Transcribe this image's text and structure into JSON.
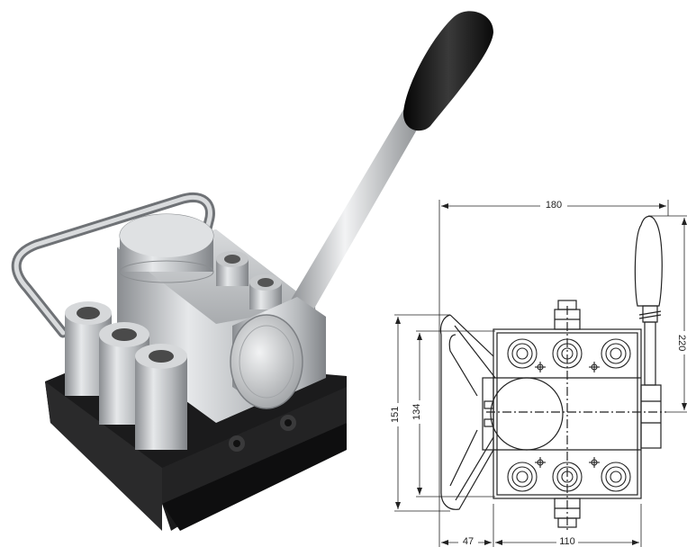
{
  "figure": {
    "photo": {
      "subject": "manual-hydraulic-valve-photo"
    },
    "drawing": {
      "dimensions": {
        "overall_width": "180",
        "overall_height": "151",
        "inner_height": "134",
        "left_offset": "47",
        "body_width": "110",
        "right_height": "220"
      }
    }
  },
  "colors": {
    "metal_light": "#e4e6e8",
    "metal_mid": "#b9bcbf",
    "metal_dark": "#7d8084",
    "base_black": "#1b1b1c",
    "knob_black": "#151515",
    "line": "#222222"
  }
}
